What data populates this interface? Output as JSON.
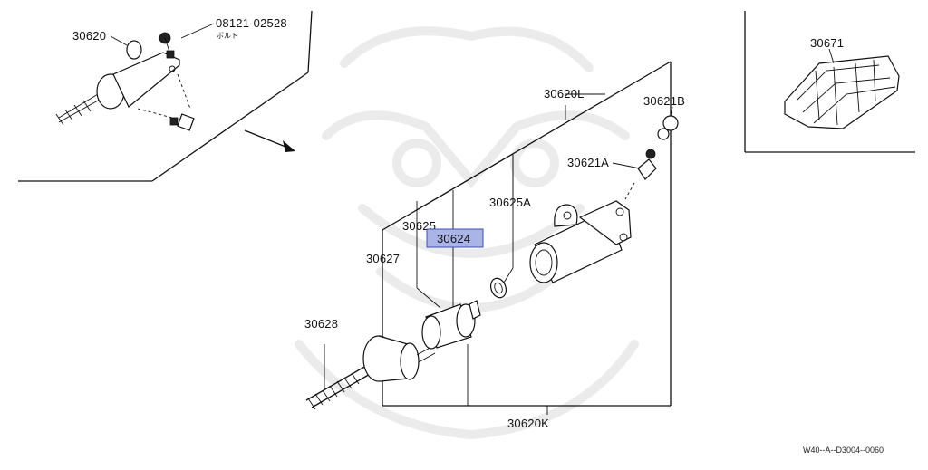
{
  "diagram": {
    "part_labels": {
      "p30620": "30620",
      "p08121": "08121-02528",
      "bolt_jp": "ボルト",
      "p30671": "30671",
      "p30620L": "30620L",
      "p30621B": "30621B",
      "p30621A": "30621A",
      "p30625A": "30625A",
      "p30625": "30625",
      "p30624": "30624",
      "p30627": "30627",
      "p30628": "30628",
      "p30620K": "30620K"
    },
    "highlighted_part": "30624",
    "highlight_color": "#aab4e6",
    "reference_code": "W40--A--D3004--0060"
  }
}
